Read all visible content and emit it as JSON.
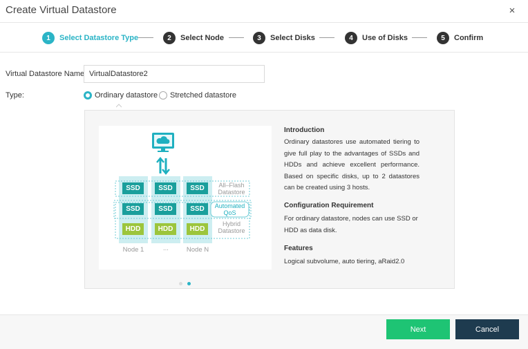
{
  "dialog": {
    "title": "Create Virtual Datastore"
  },
  "steps": [
    {
      "num": "1",
      "label": "Select Datastore Type",
      "active": true
    },
    {
      "num": "2",
      "label": "Select Node"
    },
    {
      "num": "3",
      "label": "Select Disks"
    },
    {
      "num": "4",
      "label": "Use of Disks"
    },
    {
      "num": "5",
      "label": "Confirm"
    }
  ],
  "form": {
    "name_label": "Virtual Datastore Name:",
    "name_value": "VirtualDatastore2",
    "type_label": "Type:",
    "type_options": [
      {
        "label": "Ordinary datastore",
        "selected": true
      },
      {
        "label": "Stretched datastore",
        "selected": false
      }
    ]
  },
  "illustration": {
    "disks": [
      "SSD",
      "SSD",
      "HDD"
    ],
    "all_flash": [
      "All–Flash",
      "Datastore"
    ],
    "automated": [
      "Automated",
      "QoS"
    ],
    "hybrid": [
      "Hybrid",
      "Datastore"
    ],
    "nodes": [
      "Node 1",
      "...",
      "Node N"
    ]
  },
  "info": {
    "intro_title": "Introduction",
    "intro_text": "Ordinary datastores use automated tiering to give full play to the advantages of SSDs and HDDs and achieve excellent performance. Based on specific disks, up to 2 datastores can be created using 3 hosts.",
    "config_title": "Configuration Requirement",
    "config_text": "For ordinary datastore, nodes can use SSD or HDD as data disk.",
    "features_title": "Features",
    "features_text": "Logical subvolume, auto tiering, aRaid2.0"
  },
  "pager": {
    "total": 2,
    "current": 2
  },
  "footer": {
    "next_label": "Next",
    "cancel_label": "Cancel"
  },
  "colors": {
    "accent": "#2bb4c6",
    "next": "#1ec474",
    "cancel": "#1e3b4f",
    "ssd": "#1a9f9c",
    "hdd": "#9cc53c"
  }
}
